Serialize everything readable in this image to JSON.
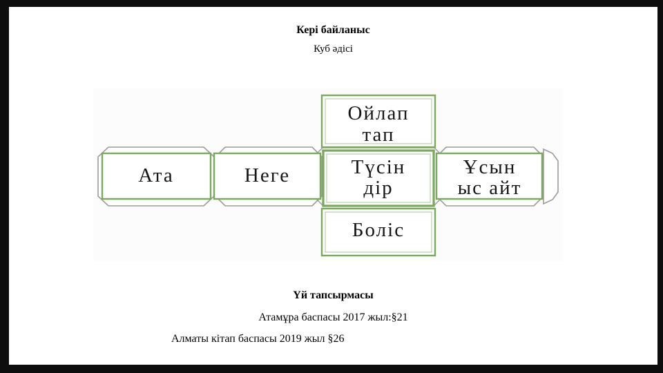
{
  "slide": {
    "title": "Кері байланыс",
    "subtitle": "Куб әдісі",
    "homework": {
      "heading": "Үй тапсырмасы",
      "line1": "Атамұра баспасы 2017 жыл:§21",
      "line2": "Алматы кітап баспасы 2019 жыл §26"
    }
  },
  "cube_net": {
    "description": "unfolded cube (cube method) with six labeled faces",
    "faces": {
      "top_line1": "Ойлап",
      "top_line2": "тап",
      "left": "Ата",
      "mid_left": "Неге",
      "center_line1": "Түсін",
      "center_line2": "дір",
      "right_line1": "Ұсын",
      "right_line2": "ыс айт",
      "bottom": "Боліс"
    },
    "colors": {
      "face_border_green": "#7aa85c",
      "face_inner_line": "#aac69b",
      "flap_outline_gray": "#9a9a9a",
      "label_text": "#161616",
      "slide_background": "#ffffff",
      "frame_background": "#0d0d0d"
    }
  }
}
